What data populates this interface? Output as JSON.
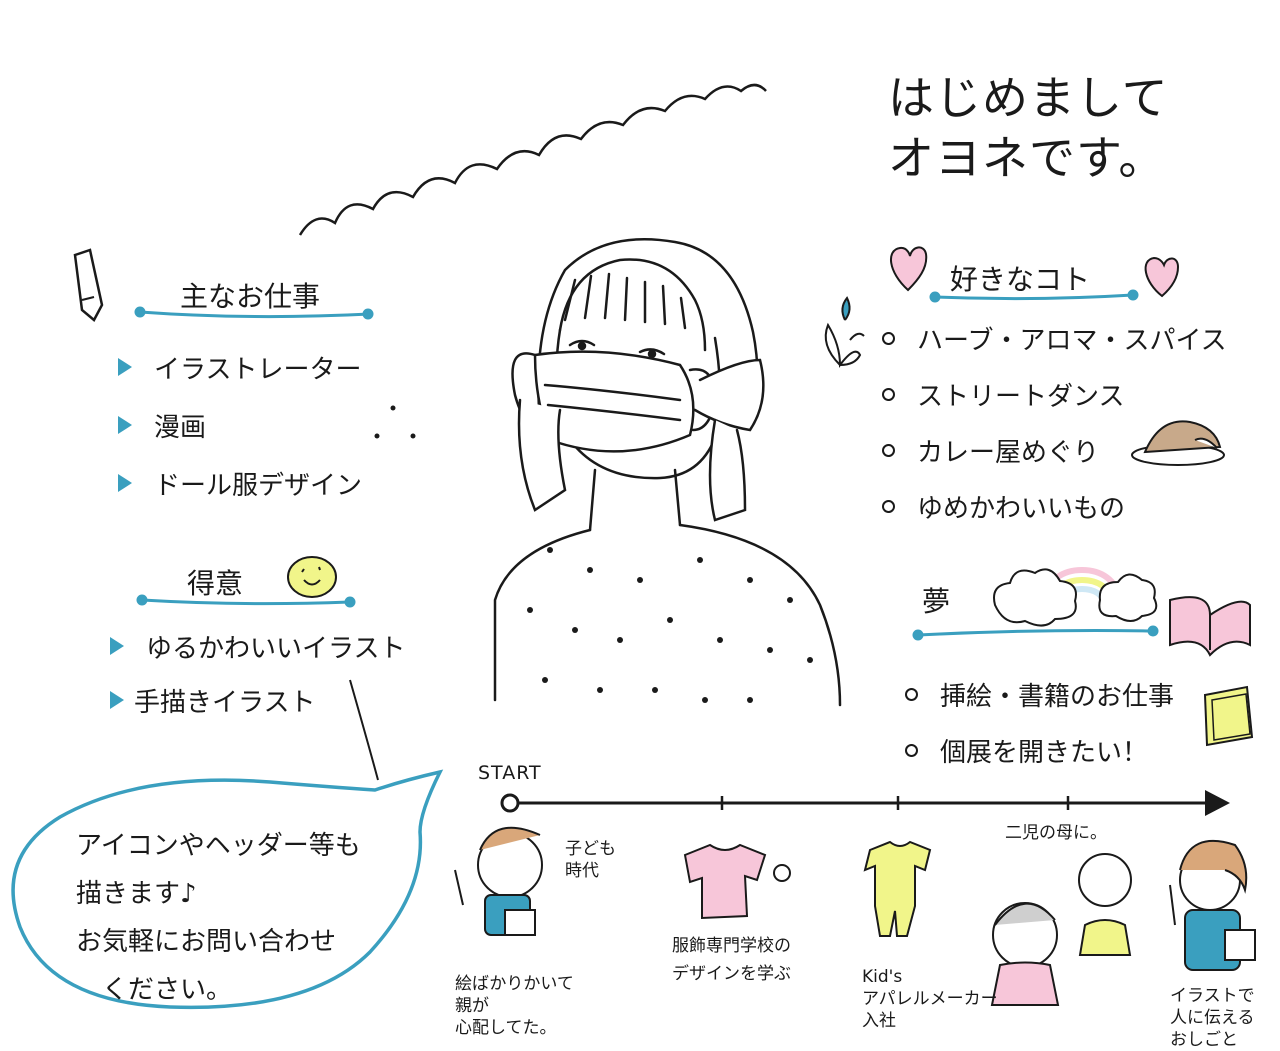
{
  "title": {
    "line1": "はじめまして",
    "line2": "オヨネです。"
  },
  "work": {
    "heading": "主なお仕事",
    "items": [
      "イラストレーター",
      "漫画",
      "ドール服デザイン"
    ]
  },
  "skills": {
    "heading": "得意",
    "items": [
      "ゆるかわいいイラスト",
      "手描きイラスト"
    ]
  },
  "likes": {
    "heading": "好きなコト",
    "items": [
      "ハーブ・アロマ・スパイス",
      "ストリートダンス",
      "カレー屋めぐり",
      "ゆめかわいいもの"
    ]
  },
  "dreams": {
    "heading": "夢",
    "items": [
      "挿絵・書籍のお仕事",
      "個展を開きたい！"
    ]
  },
  "bubble": {
    "lines": [
      "アイコンやヘッダー等も",
      "描きます♪",
      "お気軽にお問い合わせ",
      "　ください。"
    ]
  },
  "timeline": {
    "start_label": "START",
    "events": [
      {
        "top": "子ども\n時代",
        "bottom": "絵ばかりかいて\n親が\n心配してた。"
      },
      {
        "bottom": "服飾専門学校の\nデザインを学ぶ"
      },
      {
        "bottom": "Kid's\nアパレルメーカー\n入社"
      },
      {
        "top": "二児の母に。"
      },
      {
        "bottom": "イラストで\n人に伝える\nおしごと"
      }
    ]
  },
  "colors": {
    "accent": "#3a9fbf",
    "pink": "#f7c6d9",
    "yellow": "#f1f58a",
    "sky": "#cfe8f5"
  }
}
